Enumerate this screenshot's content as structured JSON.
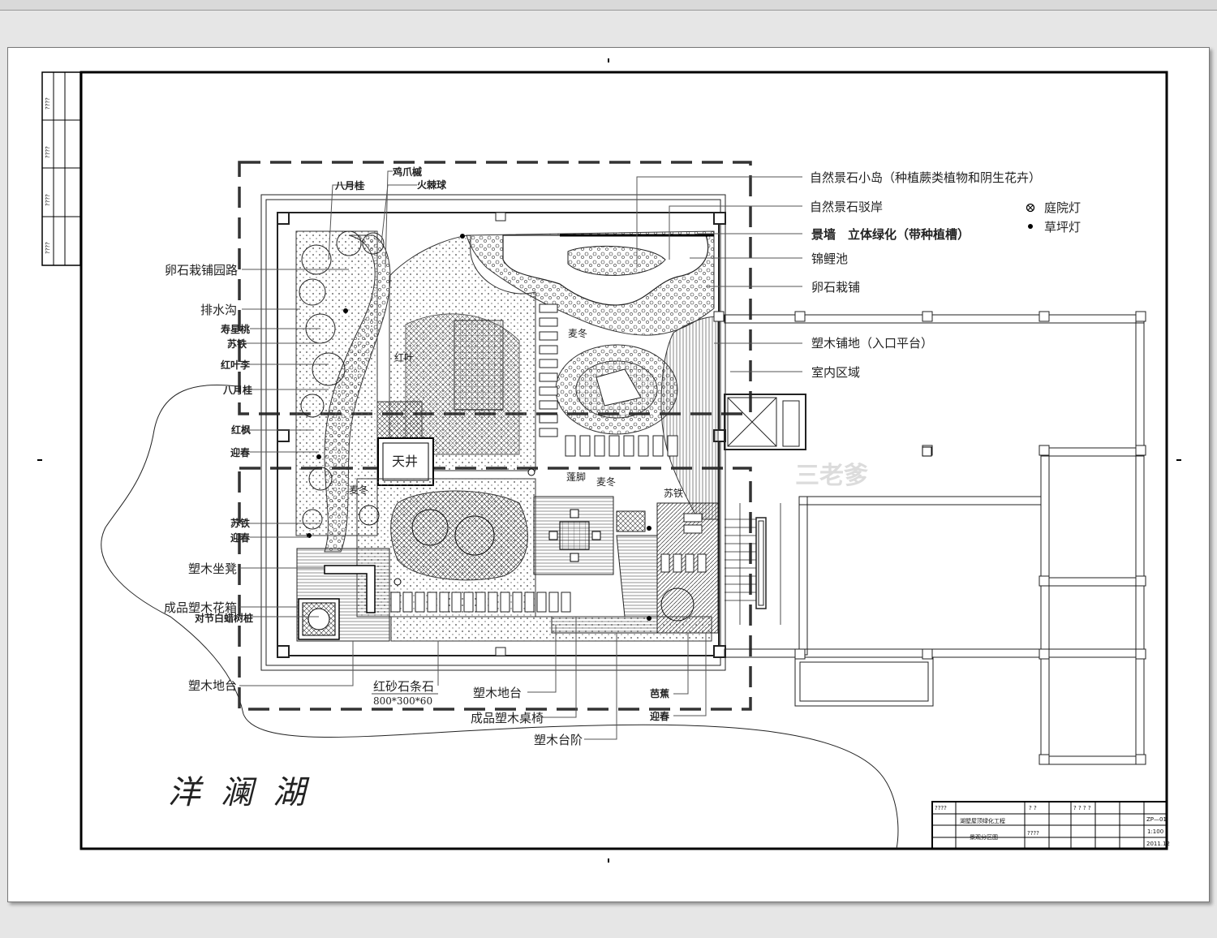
{
  "labels_left": [
    {
      "id": "bagui1",
      "text": "八月桂"
    },
    {
      "id": "jizhua",
      "text": "鸡爪槭"
    },
    {
      "id": "huojiqiu",
      "text": "火棘球"
    },
    {
      "id": "luanshi_path",
      "text": "卵石栽铺园路"
    },
    {
      "id": "paishuigou",
      "text": "排水沟"
    },
    {
      "id": "shouxingtao",
      "text": "寿星桃"
    },
    {
      "id": "sutie1",
      "text": "苏铁"
    },
    {
      "id": "hongyeli",
      "text": "红叶李"
    },
    {
      "id": "bagui2",
      "text": "八月桂"
    },
    {
      "id": "hongfeng",
      "text": "红枫"
    },
    {
      "id": "yingchun1",
      "text": "迎春"
    },
    {
      "id": "sutie2",
      "text": "苏铁"
    },
    {
      "id": "yingchun2",
      "text": "迎春"
    },
    {
      "id": "sumu_zuodeng",
      "text": "塑木坐凳"
    },
    {
      "id": "chengpin_huaxiang",
      "text": "成品塑木花箱"
    },
    {
      "id": "duijie_bala",
      "text": "对节白蜡树桩"
    },
    {
      "id": "sumu_ditai1",
      "text": "塑木地台"
    }
  ],
  "labels_right": [
    {
      "id": "ziran_xiaodao",
      "text": "自然景石小岛（种植蕨类植物和阴生花卉）"
    },
    {
      "id": "ziran_boan",
      "text": "自然景石驳岸"
    },
    {
      "id": "jingqiang",
      "text": "景墙　立体绿化（带种植槽）"
    },
    {
      "id": "jinlichi",
      "text": "锦鲤池"
    },
    {
      "id": "luanshi_zaipu",
      "text": "卵石栽铺"
    },
    {
      "id": "sumu_pudi",
      "text": "塑木铺地（入口平台）"
    },
    {
      "id": "shinei",
      "text": "室内区域"
    }
  ],
  "legend": [
    {
      "id": "tingyuandeng",
      "symbol": "garden-lamp-symbol",
      "text": "庭院灯"
    },
    {
      "id": "caopingdeng",
      "symbol": "lawn-lamp-symbol",
      "text": "草坪灯"
    }
  ],
  "labels_bottom": [
    {
      "id": "hongshashi",
      "text": "红砂石条石"
    },
    {
      "id": "hongshashi_size",
      "text": "800*300*60"
    },
    {
      "id": "sumu_ditai2",
      "text": "塑木地台"
    },
    {
      "id": "chengpin_zhuoyi",
      "text": "成品塑木桌椅"
    },
    {
      "id": "sumu_taijie",
      "text": "塑木台阶"
    },
    {
      "id": "bajiao",
      "text": "芭蕉"
    },
    {
      "id": "yingchun3",
      "text": "迎春"
    }
  ],
  "inner_labels": {
    "tianjing": "天井",
    "maidong1": "麦冬",
    "maidong2": "麦冬",
    "maidong3": "麦冬",
    "hongye": "红叶",
    "pengjiao": "蓬脚",
    "sutie3": "苏铁"
  },
  "lake_name": "洋 澜 湖",
  "watermark": "三老爹",
  "side_strip": [
    "????",
    "????",
    "????",
    "????"
  ],
  "title_block": {
    "project": "湖墅屋顶绿化工程",
    "drawing": "景观分区图",
    "code": "ZP—01",
    "scale": "1:100",
    "date": "2011.12",
    "mark1": "????",
    "mark2": "????",
    "mark3": "? ?",
    "mark4": "? ? ? ?"
  }
}
